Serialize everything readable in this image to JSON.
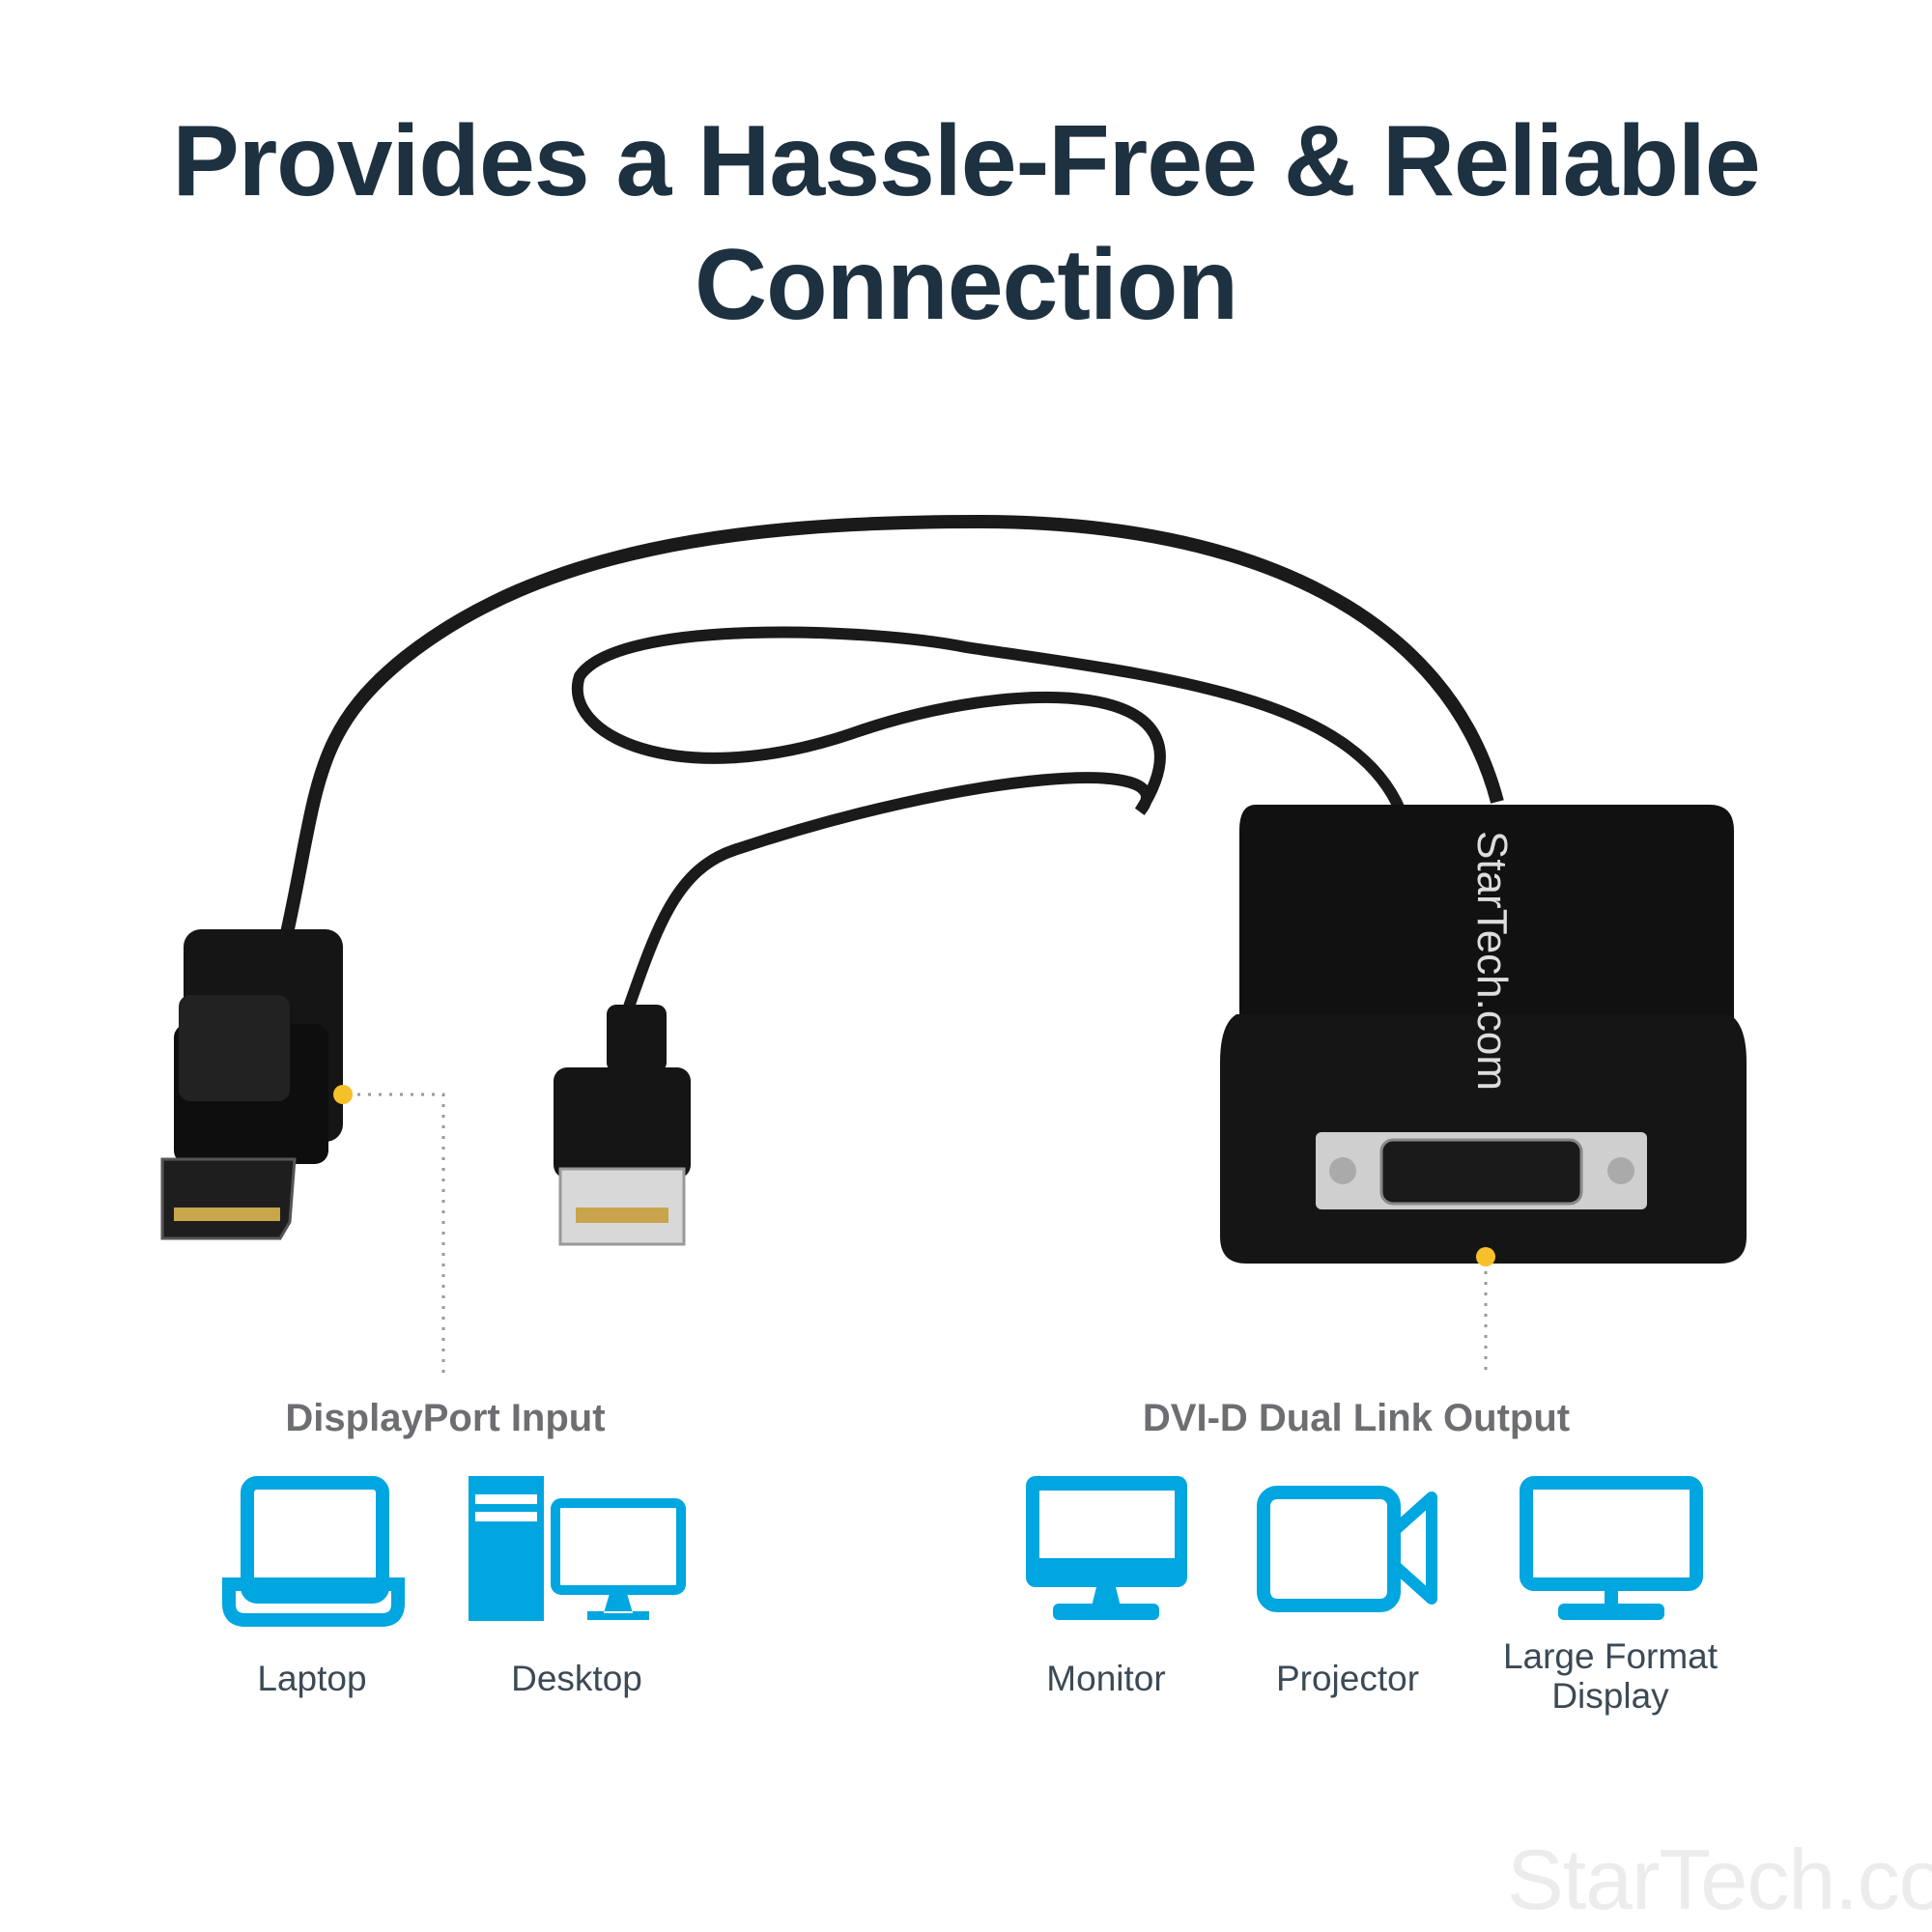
{
  "headline": {
    "line1": "Provides a Hassle-Free & Reliable",
    "line2": "Connection"
  },
  "product": {
    "logo_text": "StarTech.com"
  },
  "sections": {
    "input": {
      "label": "DisplayPort Input",
      "devices": [
        {
          "label": "Laptop",
          "icon": "laptop-icon"
        },
        {
          "label": "Desktop",
          "icon": "desktop-icon"
        }
      ]
    },
    "output": {
      "label": "DVI-D Dual Link Output",
      "devices": [
        {
          "label": "Monitor",
          "icon": "monitor-icon"
        },
        {
          "label": "Projector",
          "icon": "projector-icon"
        },
        {
          "label": "Large Format Display",
          "icon": "large-display-icon"
        }
      ]
    }
  },
  "watermark": "StarTech.com",
  "colors": {
    "title": "#1d3140",
    "icon": "#00a6e0",
    "marker": "#f5c02a",
    "label": "#6d6e71"
  }
}
